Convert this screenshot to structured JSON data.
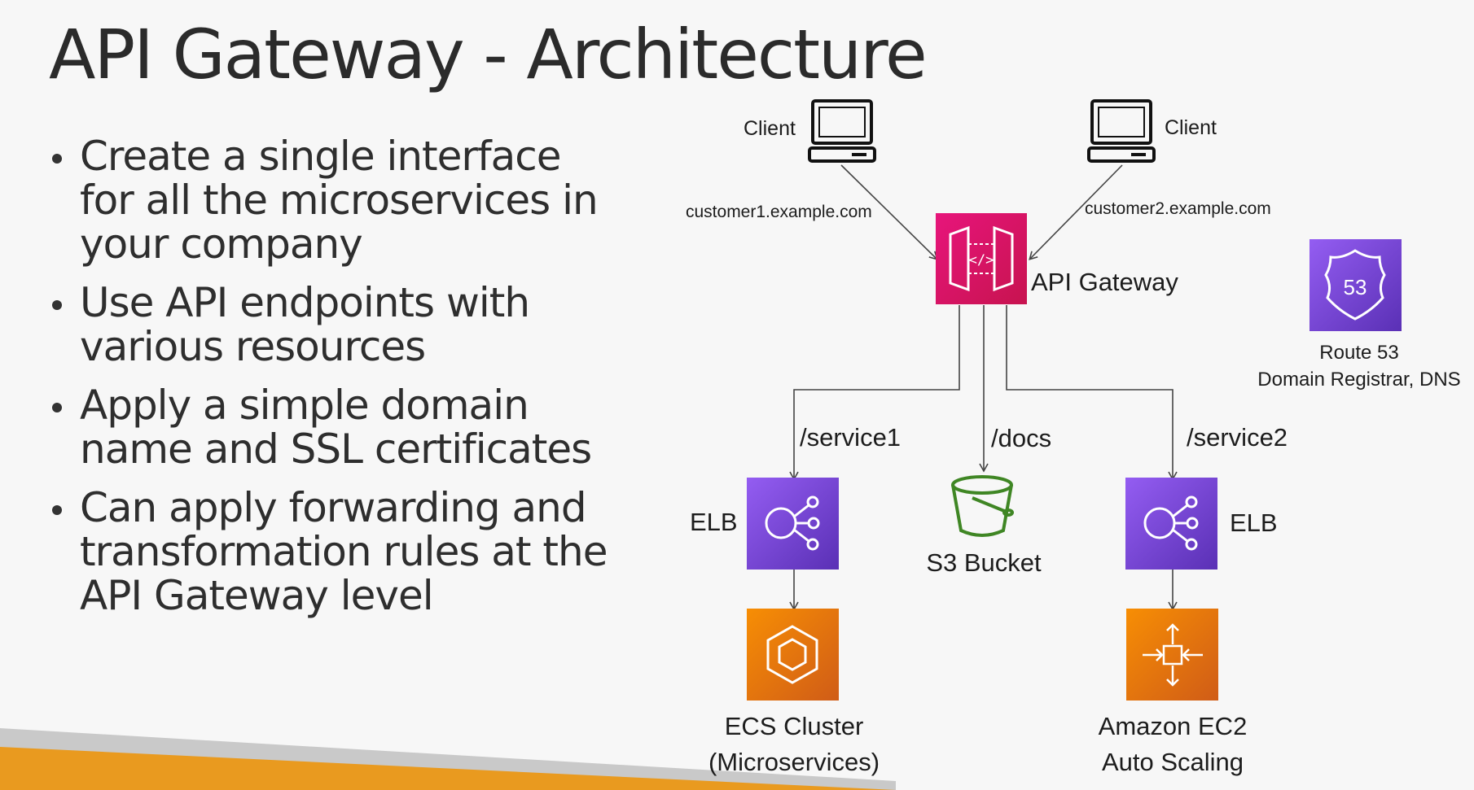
{
  "slide": {
    "title": "API Gateway - Architecture",
    "bullets": [
      "Create a single interface for all the microservices in your company",
      "Use API endpoints with various resources",
      "Apply a simple domain name and SSL certificates",
      "Can apply forwarding and transformation rules at the API Gateway level"
    ]
  },
  "diagram": {
    "client_left": "Client",
    "client_right": "Client",
    "domain_left": "customer1.example.com",
    "domain_right": "customer2.example.com",
    "api_gateway": "API Gateway",
    "route53_line1": "Route 53",
    "route53_line2": "Domain Registrar, DNS",
    "route53_badge": "53",
    "path_service1": "/service1",
    "path_docs": "/docs",
    "path_service2": "/service2",
    "elb_left": "ELB",
    "elb_right": "ELB",
    "s3": "S3 Bucket",
    "ecs_line1": "ECS Cluster",
    "ecs_line2": "(Microservices)",
    "ec2_line1": "Amazon EC2",
    "ec2_line2": "Auto Scaling"
  },
  "colors": {
    "api_gateway_top": "#e7157b",
    "api_gateway_bottom": "#c7134f",
    "purple_top": "#945df2",
    "purple_bottom": "#5a30b5",
    "orange_top": "#f78e04",
    "orange_bottom": "#d05c17",
    "s3_green": "#3f8624",
    "banner_orange": "#e99a1f"
  }
}
